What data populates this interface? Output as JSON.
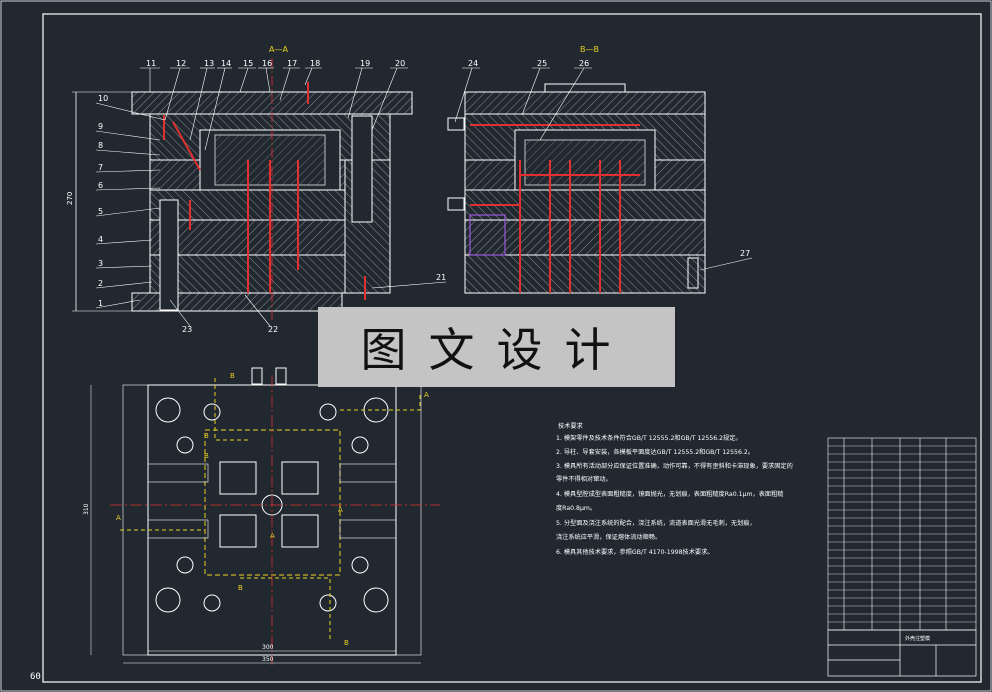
{
  "watermark": "图文设计",
  "corner_mark": "60",
  "section_labels": {
    "aa": "A—A",
    "bb": "B—B"
  },
  "callouts_left": [
    "11",
    "12",
    "13",
    "14",
    "15",
    "16",
    "17",
    "18",
    "19",
    "20"
  ],
  "callouts_right_top": [
    "24",
    "25",
    "26"
  ],
  "callouts_side": [
    "10",
    "9",
    "8",
    "7",
    "6",
    "5",
    "4",
    "3",
    "2",
    "1"
  ],
  "callouts_bottom": [
    "23",
    "22",
    "21",
    "27"
  ],
  "dimensions": {
    "height_side": "270",
    "plan_height": "310",
    "plan_width_inner": "300",
    "plan_width": "350"
  },
  "plan_markers": [
    "A",
    "A",
    "A",
    "A",
    "B",
    "B",
    "B",
    "B",
    "B"
  ],
  "notes": {
    "title": "技术要求",
    "lines": [
      "1. 模架零件及技术条件符合GB/T 12555.2和GB/T 12556.2规定。",
      "2. 导柱、导套安装，各模板平面度达GB/T 12555.2和GB/T 12556.2。",
      "3. 模具所有活动部分应保证位置准确，动作可靠，不得有歪斜和卡滞现象，要求固定的",
      "    零件不得相对窜动。",
      "4. 模具型腔成型表面粗糙度，镜面抛光，无划痕，表面粗糙度Ra0.1μm，表面粗糙",
      "    度Ra0.8μm。",
      "5. 分型面及浇注系统的配合，浇注系统，流道表面光滑无毛刺，无划痕，",
      "    浇注系统应平滑，保证熔体流动顺畅。",
      "6. 模具其他技术要求，参照GB/T 4170-1998技术要求。"
    ]
  },
  "title_block": {
    "name": "外壳注塑模",
    "colors": {
      "bg": "#212830",
      "line": "#ffffff",
      "red": "#e03030",
      "yellow": "#e8d020"
    }
  }
}
